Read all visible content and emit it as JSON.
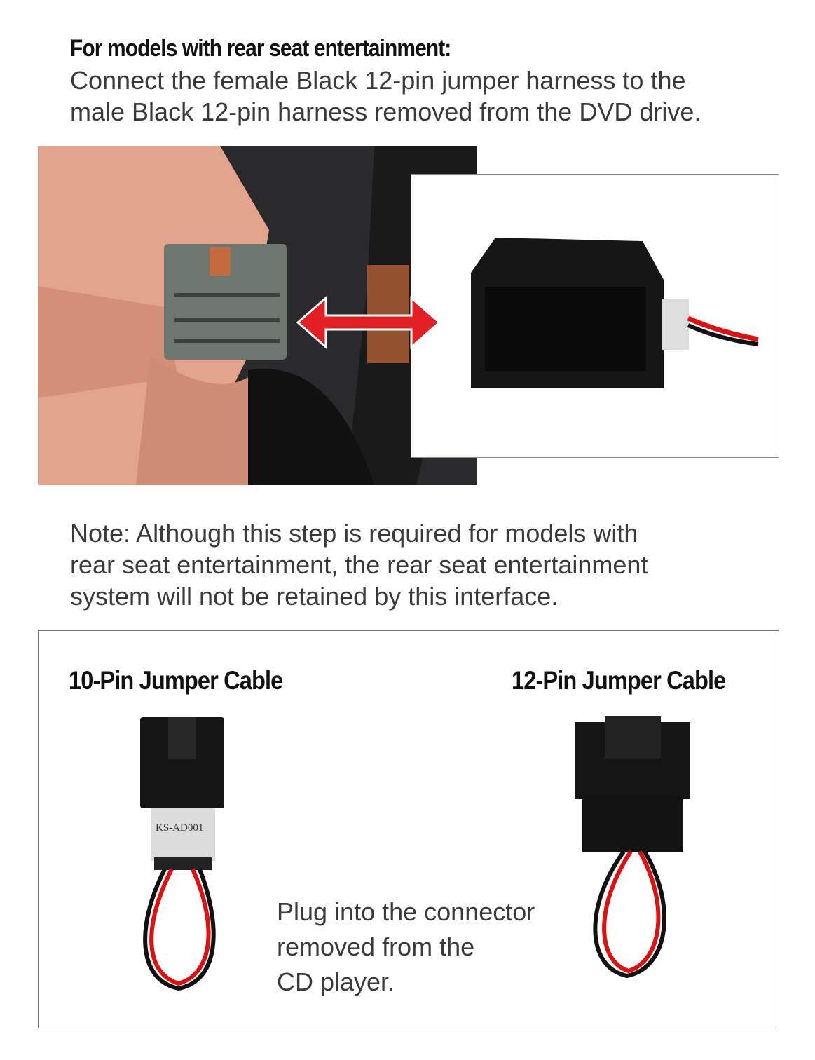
{
  "header": {
    "title": "For models with rear seat entertainment:",
    "instruction_lines": [
      "Connect the female Black 12-pin jumper harness to the",
      "male Black 12-pin harness removed from the DVD drive."
    ]
  },
  "note": {
    "lines": [
      "Note: Although this step is required for models with",
      "rear seat entertainment, the rear seat entertainment",
      "system will not be retained by this interface."
    ]
  },
  "cables": {
    "left_title": "10-Pin Jumper Cable",
    "left_label": "KS-AD001",
    "right_title": "12-Pin Jumper Cable",
    "instruction_lines": [
      "Plug into the connector",
      "removed from the",
      "CD player."
    ]
  },
  "colors": {
    "arrow": "#e31e24",
    "wire_red": "#e01010",
    "wire_black": "#111111"
  }
}
